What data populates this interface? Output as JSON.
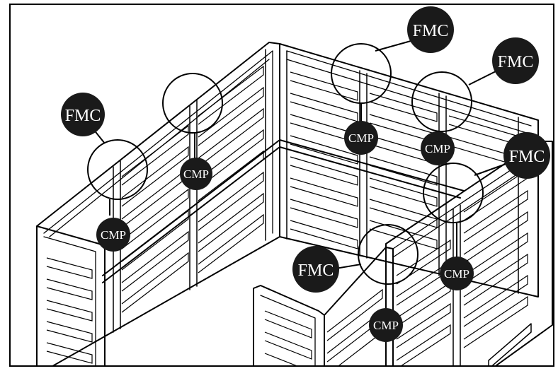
{
  "figure": {
    "subject": "modular louvered panel enclosure",
    "callout_labels": {
      "fmc": "FMC",
      "cmp": "CMP"
    },
    "colors": {
      "ink": "#000000",
      "background": "#ffffff",
      "callout_fill": "#1a1a1a",
      "callout_text": "#ffffff"
    }
  }
}
